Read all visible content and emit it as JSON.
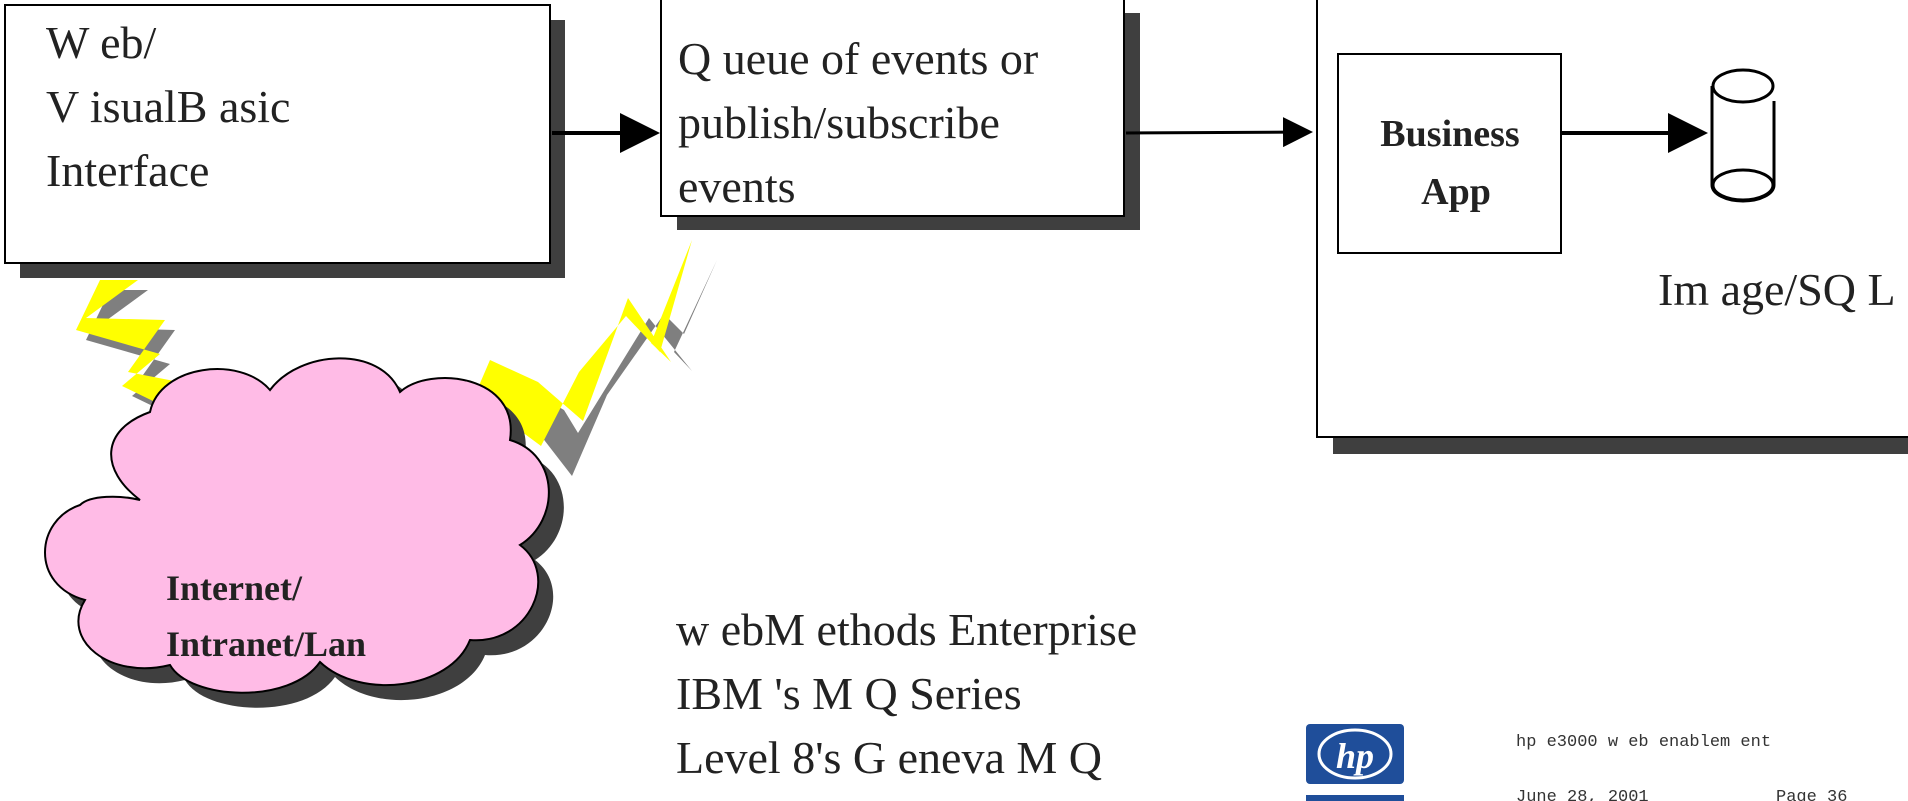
{
  "boxes": {
    "web_interface": {
      "lines": [
        "W eb/",
        "V isualB asic",
        "Interface"
      ]
    },
    "queue": {
      "lines": [
        "Q ueue of events or",
        "publish/subscribe",
        "events"
      ]
    },
    "business_app": {
      "lines": [
        "Business",
        "App"
      ]
    },
    "database_label": "Im age/SQ L"
  },
  "cloud": {
    "lines": [
      "Internet/",
      "Intranet/Lan"
    ]
  },
  "products": {
    "lines": [
      "w ebM ethods Enterprise",
      "IBM 's M Q  Series",
      "Level 8's G eneva M Q"
    ]
  },
  "footer": {
    "logo_text": "hp",
    "title": "hp e3000 w eb enablem ent",
    "date": "June 28, 2001",
    "page": "Page 36"
  },
  "colors": {
    "shadow": "#3f3f3f",
    "lightning": "#ffff00",
    "lightning_shadow": "#7f7f7f",
    "cloud": "#ffbbe6",
    "hp_logo": "#1f4e9a"
  },
  "icons": [
    "lightning-bolt-icon",
    "cloud-icon",
    "database-cylinder-icon",
    "arrow-icon",
    "hp-logo-icon"
  ]
}
